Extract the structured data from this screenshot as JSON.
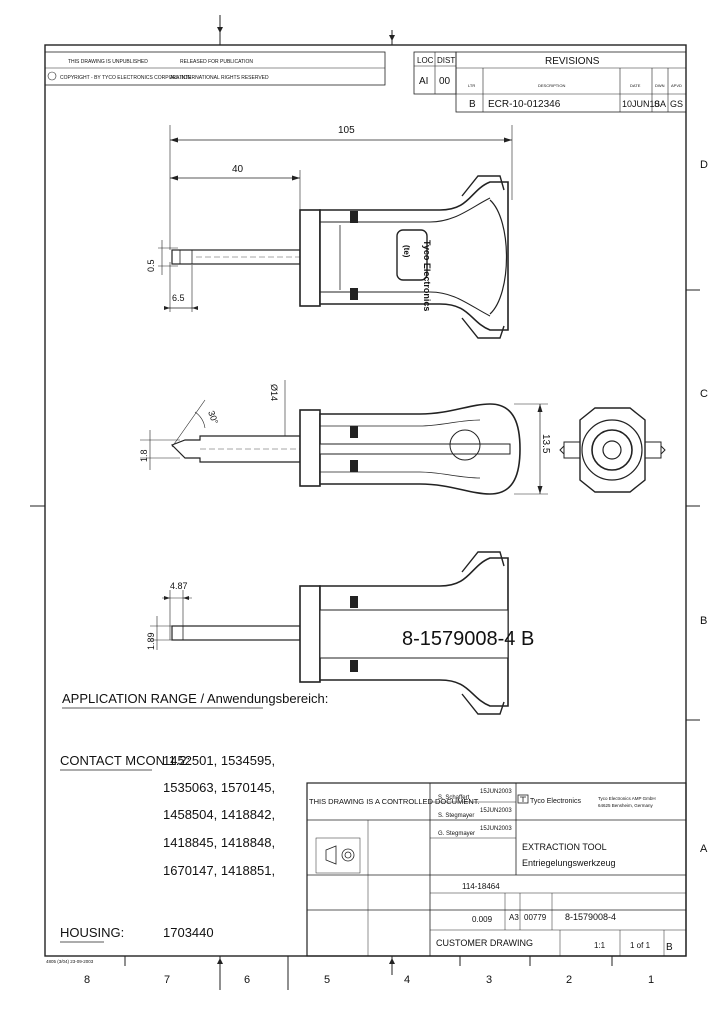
{
  "zones": {
    "right": [
      "D",
      "C",
      "B",
      "A"
    ],
    "bottom": [
      "8",
      "7",
      "6",
      "5",
      "4",
      "3",
      "2",
      "1"
    ]
  },
  "notice": {
    "line1_left": "THIS DRAWING IS UNPUBLISHED",
    "line1_right": "RELEASED FOR PUBLICATION",
    "line2_left": "COPYRIGHT - BY TYCO ELECTRONICS CORPORATION",
    "line2_right": "ALL INTERNATIONAL RIGHTS RESERVED"
  },
  "loc_dist": {
    "loc_label": "LOC",
    "loc_value": "AI",
    "dist_label": "DIST",
    "dist_value": "00"
  },
  "revisions": {
    "title": "REVISIONS",
    "headers": [
      "LTR",
      "DESCRIPTION",
      "DATE",
      "DWN",
      "APVD"
    ],
    "row": {
      "ltr": "B",
      "description": "ECR-10-012346",
      "date": "10JUN10",
      "dwn": "SA",
      "apvd": "GS"
    }
  },
  "dims": {
    "d105": "105",
    "d40": "40",
    "d0_5": "0.5",
    "d6_5": "6.5",
    "d30": "30°",
    "d14": "Ø14",
    "d1_8": "1.8",
    "d13_5": "13.5",
    "d4_87": "4.87",
    "d1_89": "1.89"
  },
  "tool": {
    "brand": "Tyco Electronics",
    "logo_text": "(te)",
    "part_marking": "8-1579008-4 B"
  },
  "application": {
    "range_title": "APPLICATION RANGE / Anwendungsbereich:",
    "contact_label": "CONTACT MCON 1.2:",
    "contact_lines": [
      "1452501, 1534595,",
      "1535063, 1570145,",
      "1458504, 1418842,",
      "1418845, 1418848,",
      "1670147, 1418851,"
    ],
    "housing_label": "HOUSING:",
    "housing_value": "1703440"
  },
  "title_block": {
    "controlled": "THIS DRAWING IS A CONTROLLED DOCUMENT.",
    "dwn_name": "S. Schaffert",
    "dwn_date": "15JUN2003",
    "chk_name": "S. Stegmayer",
    "chk_date": "15JUN2003",
    "appr_name": "G. Stegmayer",
    "appr_date": "15JUN2003",
    "company": "Tyco Electronics",
    "company_address_1": "Tyco Electronics AMP GmbH",
    "company_address_2": "64625 Bensheim, Germany",
    "title_en": "EXTRACTION TOOL",
    "title_de": "Entriegelungswerkzeug",
    "product_spec": "114-18464",
    "weight": "0.009",
    "size": "A3",
    "cage_code": "00779",
    "drawing_no": "8-1579008-4",
    "scale": "1:1",
    "sheet": "1 of 1",
    "rev": "B",
    "customer_drawing": "CUSTOMER DRAWING"
  },
  "footer_code": "4805 (3/04) 23-09-2003"
}
